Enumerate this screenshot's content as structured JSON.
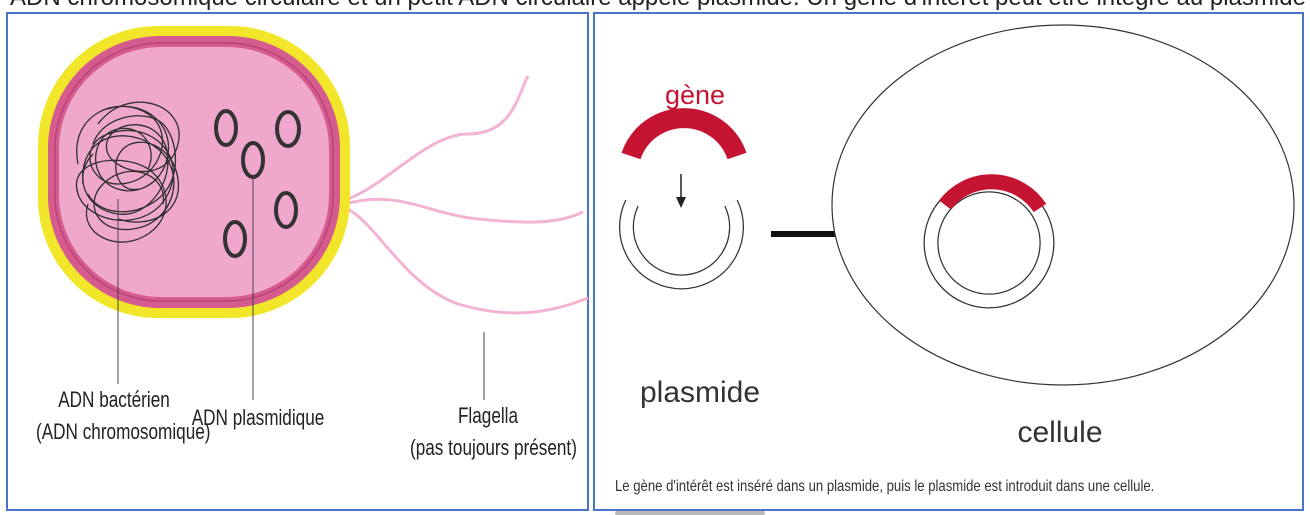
{
  "top_strip": {
    "text": "ADN chromosomique circulaire et un petit ADN circulaire appelé plasmide. Un gène d'intérêt peut être intégré au plasmide"
  },
  "left_panel": {
    "labels": {
      "bacterial_dna": [
        "ADN bactérien",
        "(ADN chromosomique)"
      ],
      "plasmid_dna": "ADN plasmidique",
      "flagella": [
        "Flagella",
        "(pas toujours présent)"
      ]
    },
    "colors": {
      "capsule": "#f2e62b",
      "wall": "#d65c8f",
      "cytoplasm": "#f0a7cc",
      "flagella": "#f3b3d2"
    }
  },
  "right_panel": {
    "labels": {
      "gene": "gène",
      "plasmid": "plasmide",
      "cell": "cellule"
    },
    "caption": "Le gène d'intérêt est inséré dans un plasmide, puis le plasmide est introduit dans une cellule.",
    "colors": {
      "gene": "#c51432",
      "border": "#4a74c9"
    }
  }
}
